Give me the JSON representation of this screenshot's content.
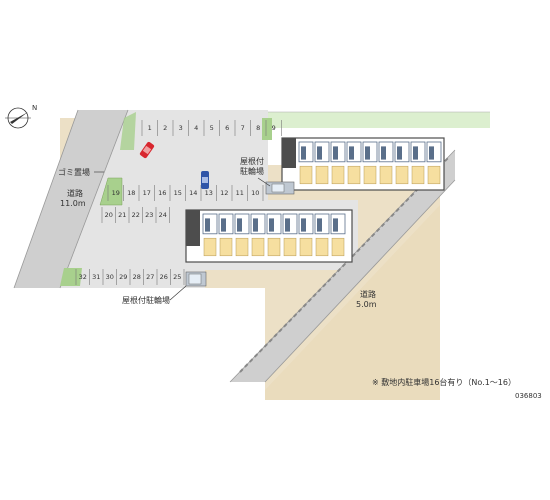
{
  "labels": {
    "garbage": "ゴミ置場",
    "road_west": "道路",
    "road_west_width": "11.0m",
    "road_east": "道路",
    "road_east_width": "5.0m",
    "bike_roof_north_1": "屋根付",
    "bike_roof_north_2": "駐輪場",
    "bike_roof_south": "屋根付駐輪場",
    "note": "※ 敷地内駐車場16台有り（No.1～16）",
    "code": "036803"
  },
  "compass": {
    "symbol": "N"
  },
  "parking": {
    "row1": [
      "1",
      "2",
      "3",
      "4",
      "5",
      "6",
      "7",
      "8",
      "9"
    ],
    "row2": [
      "19",
      "18",
      "17",
      "16",
      "15",
      "14",
      "13",
      "12",
      "11",
      "10"
    ],
    "row3": [
      "20",
      "21",
      "22",
      "23",
      "24"
    ],
    "row4": [
      "32",
      "31",
      "30",
      "29",
      "28",
      "27",
      "26",
      "25"
    ]
  },
  "colors": {
    "land": "#ece0c6",
    "lot": "#e6e6e6",
    "building": "#4d4d4d",
    "room": "#5a6f8a",
    "balcony": "#f6dfa0",
    "green": "#a8d08d",
    "car_red": "#d8262e",
    "car_blue": "#2f55a8"
  }
}
